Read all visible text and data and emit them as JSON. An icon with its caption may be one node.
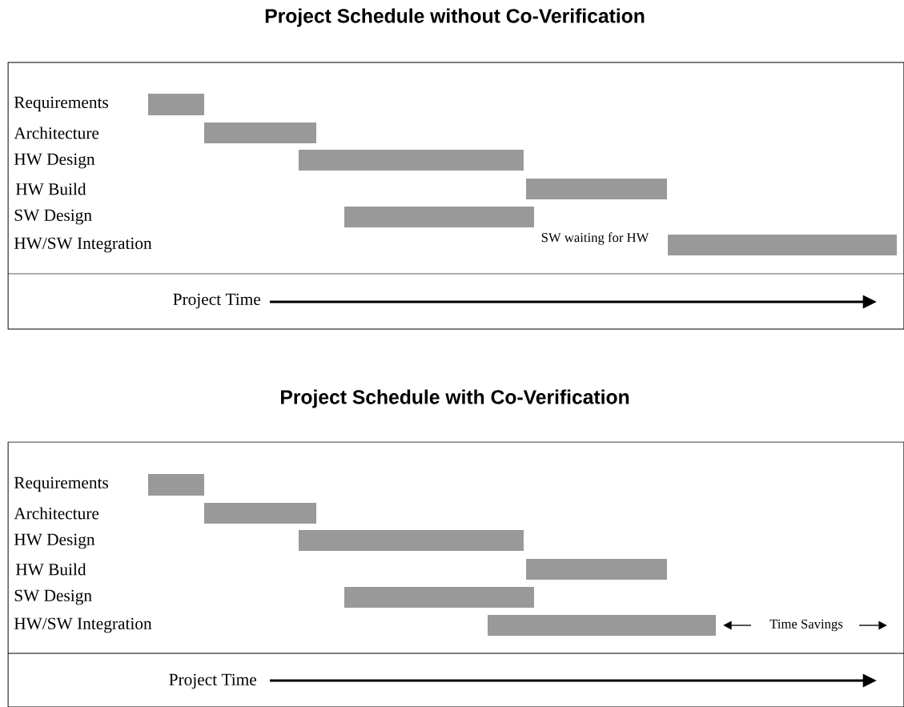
{
  "diagram": {
    "nodes": [
      {
        "text": [
          "Project Schedule without Co-Verification"
        ]
      },
      {
        "text": [],
        "shape": "bar",
        "in": 0
      },
      {
        "text": [],
        "shape": "bar",
        "in": 0
      },
      {
        "text": [],
        "shape": "bar",
        "in": 0
      },
      {
        "text": [],
        "shape": "bar",
        "in": 0
      },
      {
        "text": [],
        "shape": "bar",
        "in": 0
      },
      {
        "text": [],
        "shape": "bar",
        "in": 0
      },
      {
        "text": [
          "Project Schedule with Co-Verification"
        ]
      },
      {
        "text": [],
        "shape": "bar",
        "in": 7
      },
      {
        "text": [],
        "shape": "bar",
        "in": 7
      },
      {
        "text": [],
        "shape": "bar",
        "in": 7
      },
      {
        "text": [],
        "shape": "bar",
        "in": 7
      },
      {
        "text": [],
        "shape": "bar",
        "in": 7
      },
      {
        "text": [],
        "shape": "bar",
        "in": 7
      }
    ],
    "labels": [
      "Requirements",
      "Architecture",
      "HW Design",
      "HW Build",
      "SW Design",
      "HW/SW Integration",
      "SW waiting for HW",
      "Project Time",
      "Requirements",
      "Architecture",
      "HW Design",
      "HW Build",
      "SW Design",
      "HW/SW Integration",
      "Time Savings",
      "Project Time"
    ]
  }
}
